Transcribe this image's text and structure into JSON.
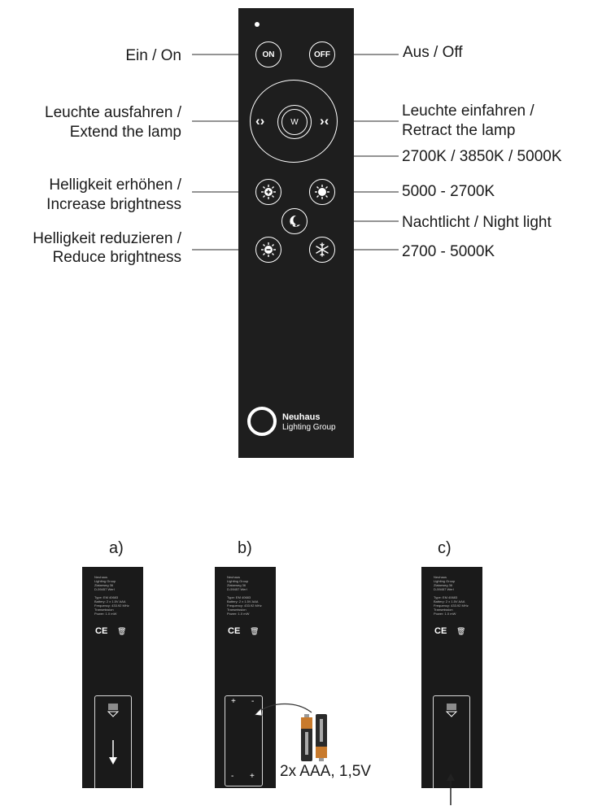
{
  "callouts": {
    "on": "Ein / On",
    "off": "Aus / Off",
    "extend_de": "Leuchte ausfahren /",
    "extend_en": "Extend the lamp",
    "retract_de": "Leuchte einfahren /",
    "retract_en": "Retract the lamp",
    "color_temps": "2700K / 3850K / 5000K",
    "bright_up_de": "Helligkeit erhöhen /",
    "bright_up_en": "Increase brightness",
    "warm": "5000 - 2700K",
    "night": "Nachtlicht / Night light",
    "bright_down_de": "Helligkeit reduzieren /",
    "bright_down_en": "Reduce brightness",
    "cold": "2700 - 5000K"
  },
  "remote": {
    "on_label": "ON",
    "off_label": "OFF",
    "w_label": "W",
    "brand_name": "Neuhaus",
    "brand_sub": "Lighting Group"
  },
  "steps": {
    "a": "a)",
    "b": "b)",
    "c": "c)"
  },
  "battery_label": "2x AAA, 1,5V",
  "back_label": {
    "line1": "Neuhaus",
    "line2": "Lighting Group",
    "line3": "Zlatarweg 36",
    "line4": "D-59457 Werl",
    "line5": "Type: EM 40683",
    "line6": "Battery: 2 x 1.5V AAA",
    "line7": "Frequency: 433.92 MHz",
    "line8": "Transmission",
    "line9": "Power: 1.0 mW",
    "ce": "CE"
  },
  "compartment": {
    "plus": "+",
    "minus": "-"
  },
  "colors": {
    "remote_body": "#1e1e1e",
    "text": "#1a1a1a",
    "button_outline": "#ffffff"
  }
}
